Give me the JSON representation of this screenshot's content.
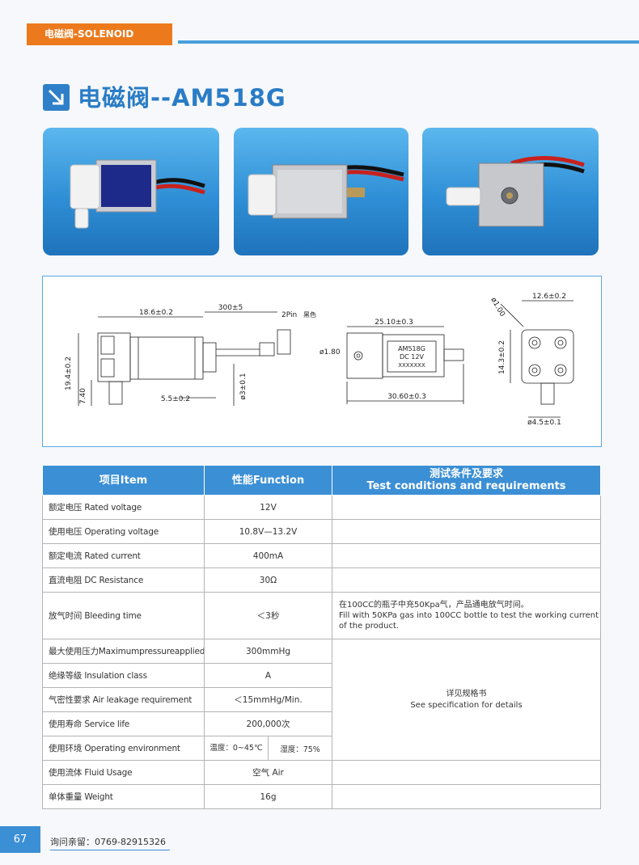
{
  "header": {
    "category": "电磁阀-SOLENOID",
    "title": "电磁阀--AM518G"
  },
  "drawing": {
    "front": {
      "dim_body": "18.6±0.2",
      "dim_lead": "300±5",
      "dim_height": "19.4±0.2",
      "dim_port_height": "7.40",
      "dim_offset": "5.5±0.2",
      "dim_lead_dia": "ø3±0.1",
      "connector_label": "2Pin",
      "connector_color": "黑色"
    },
    "top": {
      "dim_length": "25.10±0.3",
      "dim_total": "30.60±0.3",
      "dim_hole": "ø1.80",
      "label_line1": "AM518G",
      "label_line2": "DC  12V",
      "label_line3": "XXXXXXX"
    },
    "side": {
      "dim_width": "12.6±0.2",
      "dim_height": "14.3±0.2",
      "dim_hole": "ø1.00",
      "dim_port": "ø4.5±0.1"
    }
  },
  "table": {
    "headers": {
      "item": "项目Item",
      "function": "性能Function",
      "cond_line1": "测试条件及要求",
      "cond_line2": "Test conditions and requirements"
    },
    "rows": [
      {
        "item": "额定电压  Rated voltage",
        "function": "12V"
      },
      {
        "item": "使用电压  Operating voltage",
        "function": "10.8V—13.2V"
      },
      {
        "item": "额定电流  Rated current",
        "function": "400mA"
      },
      {
        "item": "直流电阻  DC Resistance",
        "function": "30Ω"
      },
      {
        "item": "放气时间  Bleeding time",
        "function": "＜3秒"
      },
      {
        "item": "最大使用压力Maximumpressureapplied",
        "function": "300mmHg"
      },
      {
        "item": "绝缘等级  Insulation class",
        "function": "A"
      },
      {
        "item": "气密性要求  Air leakage requirement",
        "function": "＜15mmHg/Min."
      },
      {
        "item": "使用寿命  Service life",
        "function": "200,000次"
      },
      {
        "item": "使用环境  Operating environment",
        "function_a": "温度：0~45℃",
        "function_b": "湿度：75%"
      },
      {
        "item": "使用流体  Fluid Usage",
        "function": "空气 Air"
      },
      {
        "item": "单体重量  Weight",
        "function": "16g"
      }
    ],
    "bleeding_condition_cn": "在100CC的瓶子中充50Kpa气，产品通电放气时间。",
    "bleeding_condition_en": "Fill with 50KPa gas into 100CC bottle to test the working current of the product.",
    "spec_note_cn": "详见规格书",
    "spec_note_en": "See specification for details"
  },
  "footer": {
    "page_number": "67",
    "contact": "询问亲留：0769-82915326"
  }
}
